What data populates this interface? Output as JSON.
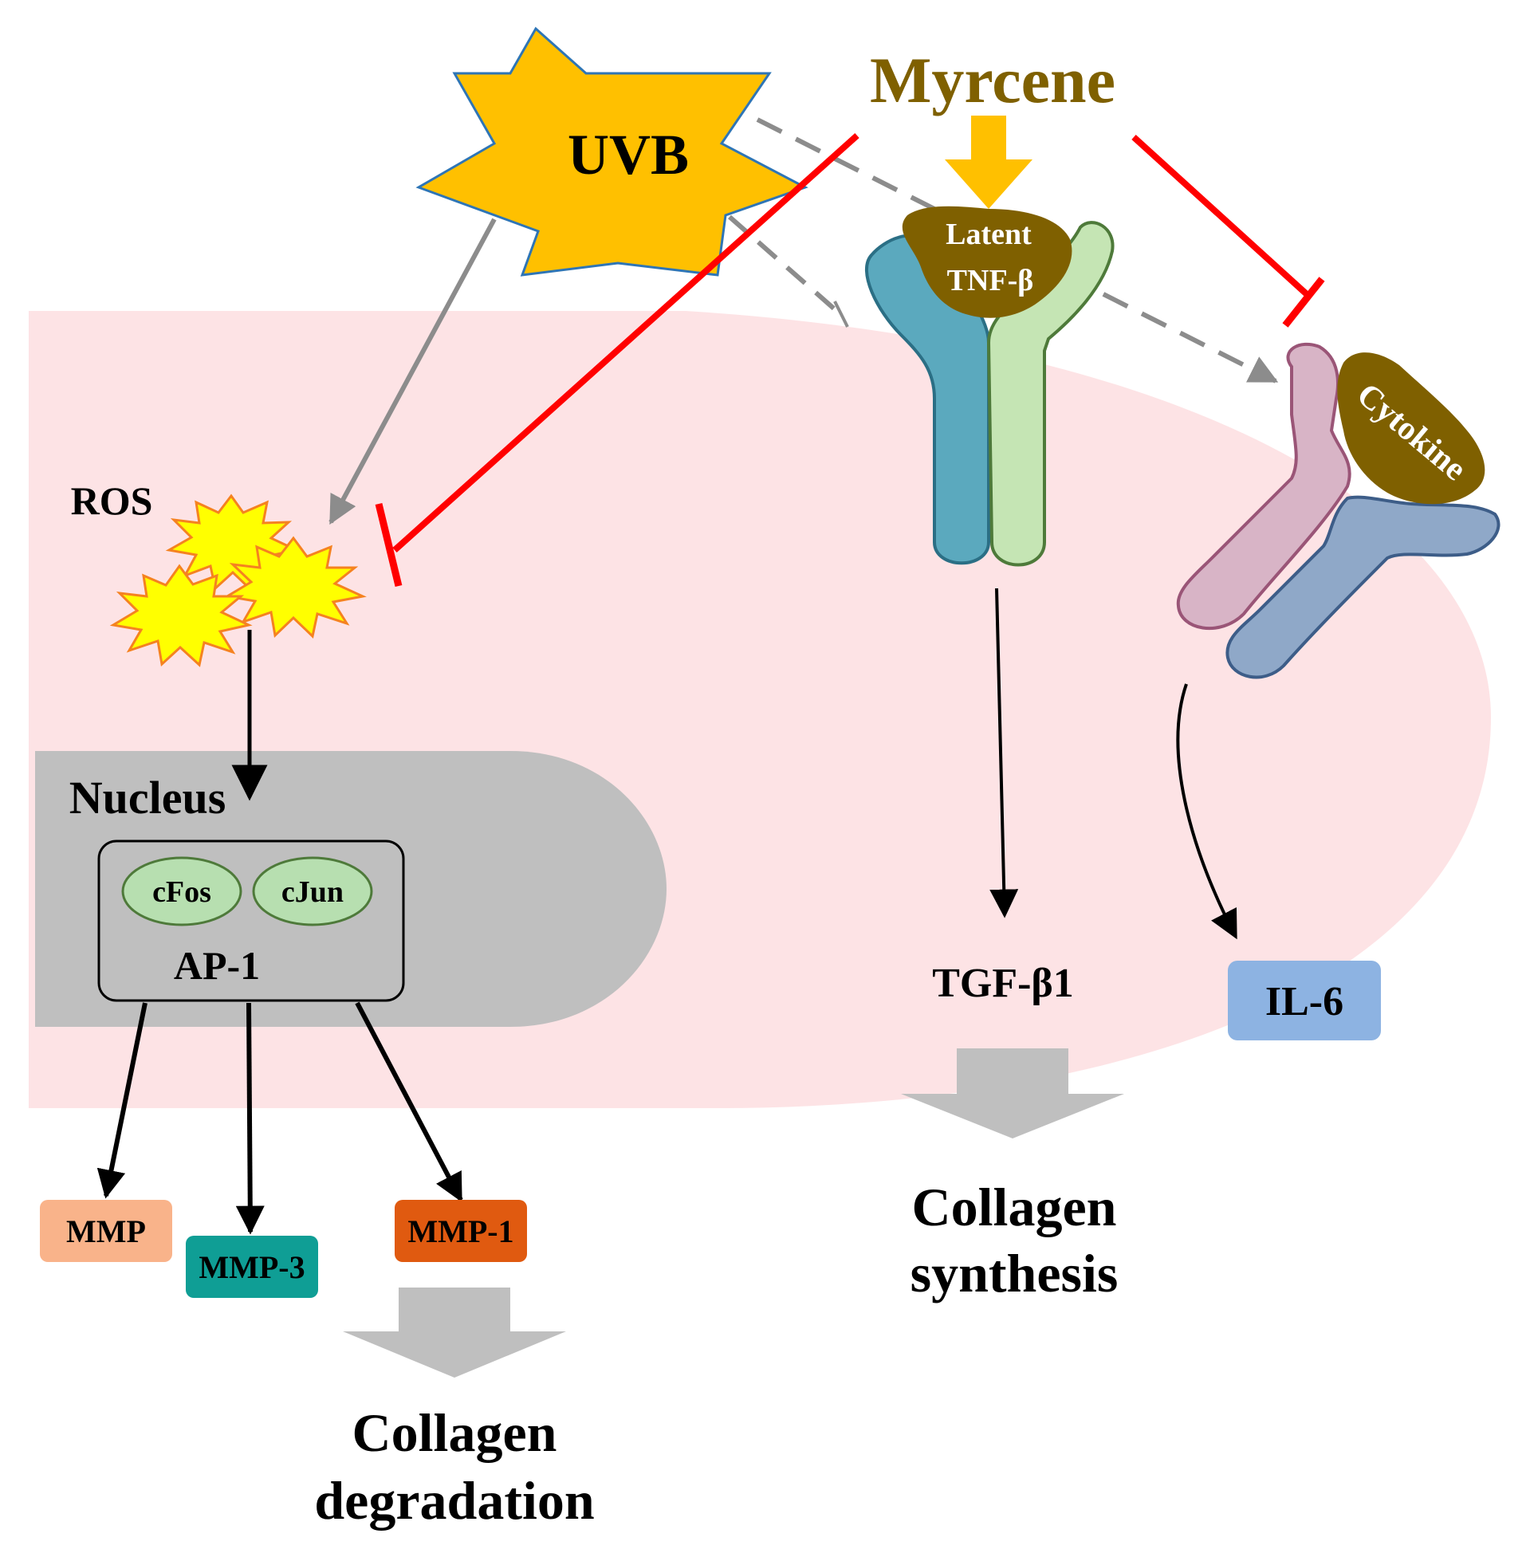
{
  "labels": {
    "uvb": "UVB",
    "myrcene": "Myrcene",
    "latent_line1": "Latent",
    "latent_line2": "TNF-β",
    "cytokine": "Cytokine",
    "ros": "ROS",
    "nucleus": "Nucleus",
    "cfos": "cFos",
    "cjun": "cJun",
    "ap1": "AP-1",
    "tgf": "TGF-β1",
    "il6": "IL-6",
    "mmp": "MMP",
    "mmp3": "MMP-3",
    "mmp1": "MMP-1",
    "collagen_synthesis_line1": "Collagen",
    "collagen_synthesis_line2": "synthesis",
    "collagen_degradation_line1": "Collagen",
    "collagen_degradation_line2": "degradation"
  },
  "colors": {
    "uvb_star": "#FFC000",
    "myrcene_text": "#7F6000",
    "inhibit": "#FF0000",
    "cell": "#FDE3E5",
    "nucleus": "#BFBFBF",
    "ligand": "#7F6000",
    "tnf_receptor_left": "#5BA9BE",
    "tnf_receptor_right": "#C5E5B4",
    "cytokine_receptor_left": "#D8B4C6",
    "cytokine_receptor_right": "#8FA8C8",
    "ap1_subunit": "#B7DFB0",
    "il6_box": "#8DB3E2",
    "mmp_box": "#F9B38A",
    "mmp3_box": "#0F9E95",
    "mmp1_box": "#E05A10",
    "ros_burst": "#FFFF00",
    "ros_outline": "#F58220"
  }
}
